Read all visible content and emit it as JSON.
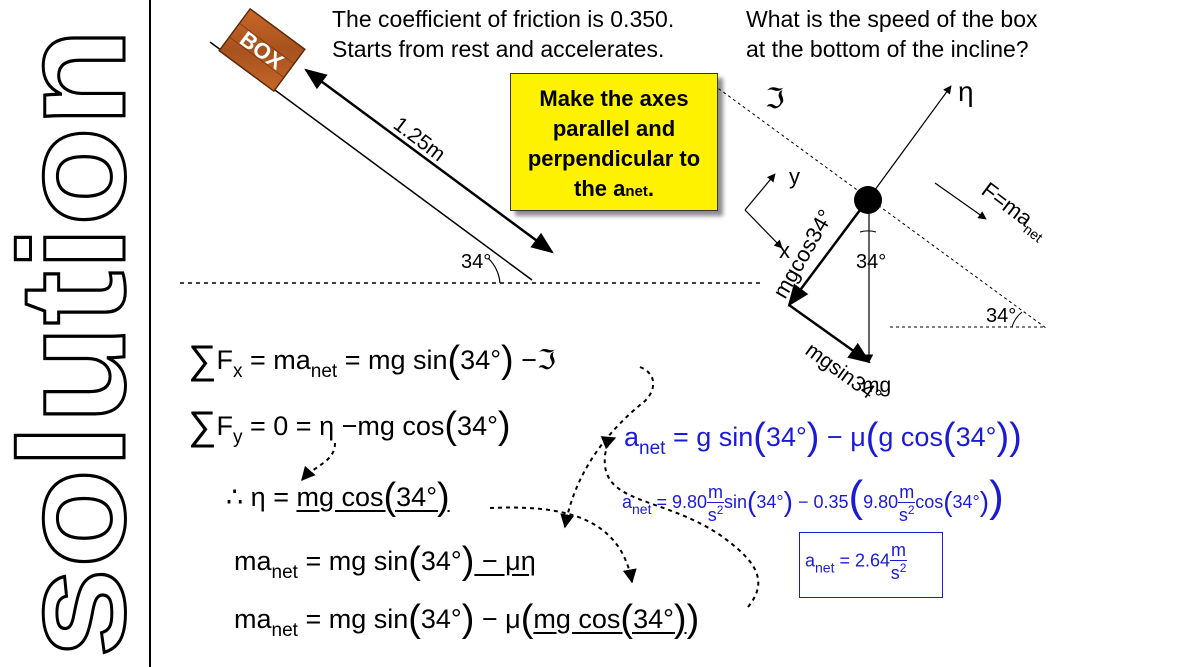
{
  "side_title": "solution",
  "header": {
    "friction": "The coefficient of friction is 0.350.",
    "motion": "Starts from rest and accelerates.",
    "question_line1": "What is the speed of the box",
    "question_line2": "at the bottom of the incline?"
  },
  "incline": {
    "box_label": "BOX",
    "length_label": "1.25m",
    "angle_label": "34°"
  },
  "note": {
    "line1": "Make the axes",
    "line2": "parallel and",
    "line3": "perpendicular to",
    "line4_pre": "the a",
    "line4_sub": "net",
    "line4_post": "."
  },
  "fbd": {
    "friction_symbol": "ℑ",
    "normal_symbol": "η",
    "y_label": "y",
    "x_label": "x",
    "perp_label": "mgcos34°",
    "angle_center": "34°",
    "net_force": "F=ma",
    "net_force_sub": "net",
    "angle_right": "34°",
    "parallel_label": "mgsin34°",
    "weight_label": "mg"
  },
  "equations": {
    "sum_fx_a": "F",
    "sum_fx_b": "x",
    "sum_fx_c": " =  ma",
    "sum_fx_d": "net",
    "sum_fx_e": " = mg sin",
    "angle": "34°",
    "sum_fx_f": " −ℑ",
    "sum_fy_a": "F",
    "sum_fy_b": "y",
    "sum_fy_c": " =  0 =  η −mg cos",
    "therefore": "∴ η = ",
    "mgcos": "mg cos",
    "ma": "ma",
    "net": "net",
    "eq4_mid": " = mg sin",
    "minus_mu_eta": " − μη",
    "minus_mu": " − μ"
  },
  "blue": {
    "a": "a",
    "net": "net",
    "eq1_rhs": " = g sin",
    "minus_mu": " − μ",
    "g_cos": "g cos",
    "eq2_rhs": " = 9.80",
    "m": "m",
    "s2": "s",
    "two": "2",
    "sin": "sin",
    "minus_035": " − 0.35",
    "val_980": "9.80",
    "cos": "cos",
    "result_rhs": " = 2.64"
  },
  "colors": {
    "note_bg": "#fff200",
    "blue": "#1b1bd6",
    "text": "#000000"
  }
}
